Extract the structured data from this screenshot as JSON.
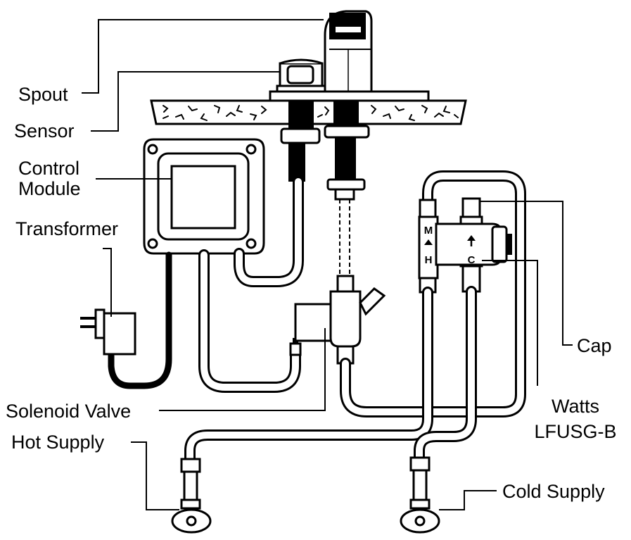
{
  "labels": {
    "spout": "Spout",
    "sensor": "Sensor",
    "control_module_1": "Control",
    "control_module_2": "Module",
    "transformer": "Transformer",
    "solenoid_valve": "Solenoid Valve",
    "hot_supply": "Hot Supply",
    "cap": "Cap",
    "watts_1": "Watts",
    "watts_2": "LFUSG-B",
    "cold_supply": "Cold Supply"
  },
  "valve_markings": {
    "m": "M",
    "h": "H",
    "c": "C"
  },
  "colors": {
    "line": "#000000",
    "background": "#ffffff"
  }
}
